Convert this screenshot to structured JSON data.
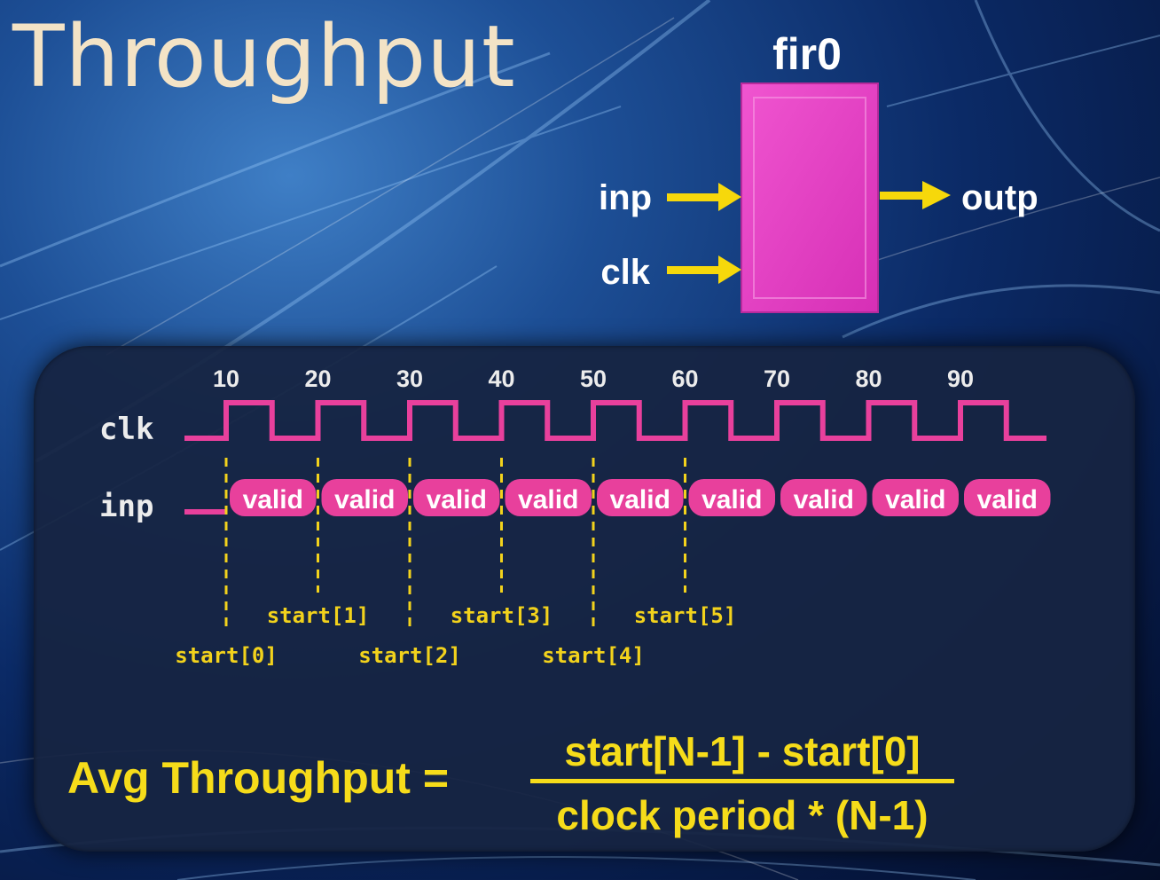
{
  "title": "Throughput",
  "block": {
    "name": "fir0",
    "inputs": [
      "inp",
      "clk"
    ],
    "output": "outp",
    "fill_color": "#e53fc6",
    "arrow_color": "#f6d80b"
  },
  "timing": {
    "time_ticks": [
      "10",
      "20",
      "30",
      "40",
      "50",
      "60",
      "70",
      "80",
      "90"
    ],
    "signals": [
      "clk",
      "inp"
    ],
    "valid_label": "valid",
    "valid_count": 9,
    "wave_color": "#e8409c",
    "marker_color": "#f2d21c",
    "start_markers": [
      "start[0]",
      "start[1]",
      "start[2]",
      "start[3]",
      "start[4]",
      "start[5]"
    ]
  },
  "formula": {
    "lhs": "Avg Throughput =",
    "numerator": "start[N-1] - start[0]",
    "denominator": "clock period  * (N-1)",
    "color": "#f6dc1a"
  }
}
